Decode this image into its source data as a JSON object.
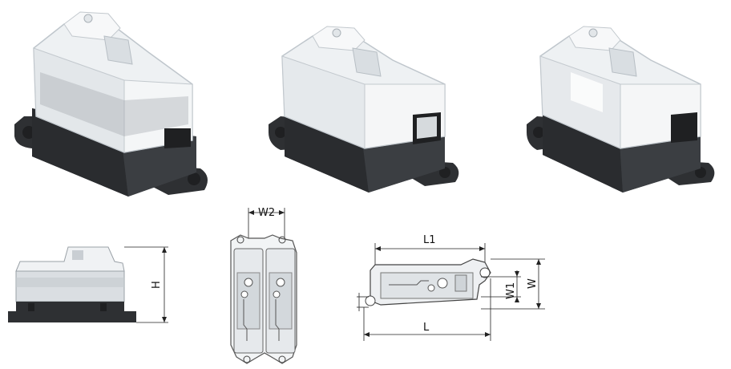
{
  "colors": {
    "housing": "#2e3033",
    "housing_dark": "#1f2022",
    "housing_light": "#4a4d51",
    "cover": "#eef1f3",
    "cover_edge": "#bfc6cc",
    "line": "#222222"
  },
  "dimensions": {
    "h": "H",
    "w2": "W2",
    "l1": "L1",
    "w1": "W1",
    "w": "W",
    "l": "L"
  }
}
